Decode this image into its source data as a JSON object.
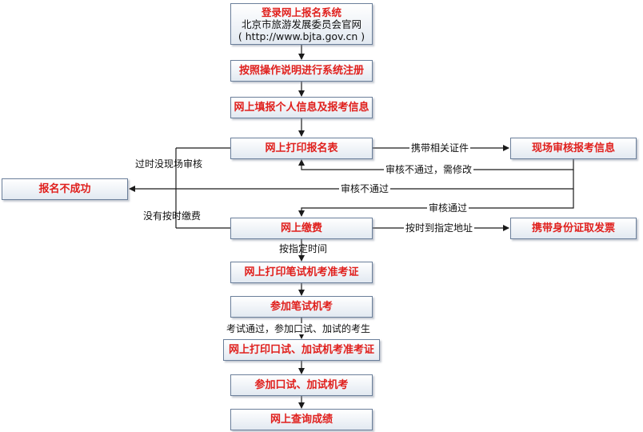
{
  "steps": {
    "start_line1": "登录网上报名系统",
    "start_line2": "北京市旅游发展委员会官网",
    "start_line3": "( http://www.bjta.gov.cn )",
    "register": "按照操作说明进行系统注册",
    "fill_info": "网上填报个人信息及报考信息",
    "print_form": "网上打印报名表",
    "onsite_review": "现场审核报考信息",
    "fail": "报名不成功",
    "pay": "网上缴费",
    "get_invoice": "携带身份证取发票",
    "print_written_ticket": "网上打印笔试机考准考证",
    "written_exam": "参加笔试机考",
    "print_oral_ticket": "网上打印口试、加试机考准考证",
    "oral_exam": "参加口试、加试机考",
    "check_results": "网上查询成绩"
  },
  "labels": {
    "bring_docs": "携带相关证件",
    "review_fail_modify": "审核不通过，需修改",
    "review_fail": "审核不通过",
    "review_pass": "审核通过",
    "missed_review": "过时没现场审核",
    "missed_payment": "没有按时缴费",
    "on_time_to_address": "按时到指定地址",
    "on_schedule": "按指定时间",
    "passed_written": "考试通过，参加口试、加试的考生"
  },
  "colors": {
    "step_text": "#e0201d",
    "line": "#1a1a1a",
    "box_border": "#6b7f9a"
  }
}
